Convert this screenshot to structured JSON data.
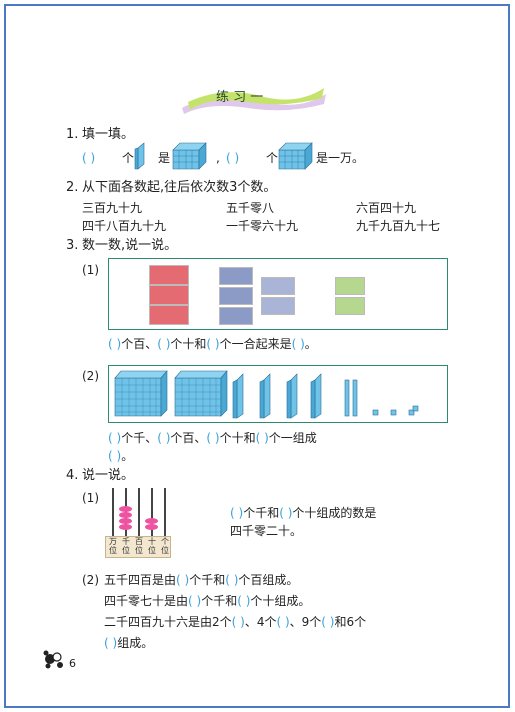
{
  "banner": {
    "title": "练 习 一"
  },
  "q1": {
    "number": "1.",
    "title": "填一填。",
    "paren1": "(     )",
    "ge1": "个",
    "shi": "是",
    "comma": ",",
    "paren2": "(     )",
    "ge2": "个",
    "shi_yiwan": "是一万。"
  },
  "q2": {
    "number": "2.",
    "title": "从下面各数起,往后依次数3个数。",
    "items": [
      "三百九十九",
      "五千零八",
      "六百四十九",
      "四千八百九十九",
      "一千零六十九",
      "九千九百九十七"
    ]
  },
  "q3": {
    "number": "3.",
    "title": "数一数,说一说。",
    "part1": {
      "label": "(1)",
      "text": [
        {
          "t": "(     )",
          "blue": true
        },
        {
          "t": "个百、",
          "blue": false
        },
        {
          "t": "(     )",
          "blue": true
        },
        {
          "t": "个十和",
          "blue": false
        },
        {
          "t": "(     )",
          "blue": true
        },
        {
          "t": "个一合起来是",
          "blue": false
        },
        {
          "t": "(            )",
          "blue": true
        },
        {
          "t": "。",
          "blue": false
        }
      ]
    },
    "part2": {
      "label": "(2)",
      "line1": [
        {
          "t": "(      )",
          "blue": true
        },
        {
          "t": "个千、",
          "blue": false
        },
        {
          "t": "(     )",
          "blue": true
        },
        {
          "t": "个百、",
          "blue": false
        },
        {
          "t": "(      )",
          "blue": true
        },
        {
          "t": "个十和",
          "blue": false
        },
        {
          "t": "(      )",
          "blue": true
        },
        {
          "t": "个一组成",
          "blue": false
        }
      ],
      "line2": [
        {
          "t": "(              )",
          "blue": true
        },
        {
          "t": "。",
          "blue": false
        }
      ]
    }
  },
  "q4": {
    "number": "4.",
    "title": "说一说。",
    "part1": {
      "label": "(1)",
      "text1": [
        {
          "t": "(     )",
          "blue": true
        },
        {
          "t": "个千和",
          "blue": false
        },
        {
          "t": "(     )",
          "blue": true
        },
        {
          "t": "个十组成的数是",
          "blue": false
        }
      ],
      "text2": "四千零二十。",
      "places": [
        "万位",
        "千位",
        "百位",
        "十位",
        "个位"
      ],
      "beads": [
        0,
        4,
        0,
        2,
        0
      ]
    },
    "part2": {
      "label": "(2)",
      "line1": [
        {
          "t": "五千四百是由",
          "blue": false
        },
        {
          "t": "(      )",
          "blue": true
        },
        {
          "t": "个千和",
          "blue": false
        },
        {
          "t": "(      )",
          "blue": true
        },
        {
          "t": "个百组成。",
          "blue": false
        }
      ],
      "line2": [
        {
          "t": "四千零七十是由",
          "blue": false
        },
        {
          "t": "(      )",
          "blue": true
        },
        {
          "t": "个千和",
          "blue": false
        },
        {
          "t": "(      )",
          "blue": true
        },
        {
          "t": "个十组成。",
          "blue": false
        }
      ],
      "line3": [
        {
          "t": "二千四百九十六是由2个",
          "blue": false
        },
        {
          "t": "(    )",
          "blue": true
        },
        {
          "t": "、4个",
          "blue": false
        },
        {
          "t": "(    )",
          "blue": true
        },
        {
          "t": "、9个",
          "blue": false
        },
        {
          "t": "(    )",
          "blue": true
        },
        {
          "t": "和6个",
          "blue": false
        }
      ],
      "line4": [
        {
          "t": "(    )",
          "blue": true
        },
        {
          "t": "组成。",
          "blue": false
        }
      ]
    }
  },
  "page_number": "6",
  "colors": {
    "frame": "#4a79c7",
    "blank": "#3aa0d8",
    "box": "#2d8a72",
    "cube": "#6fc3e8",
    "bead": "#ee53a2",
    "banner": "#c5e36b"
  }
}
